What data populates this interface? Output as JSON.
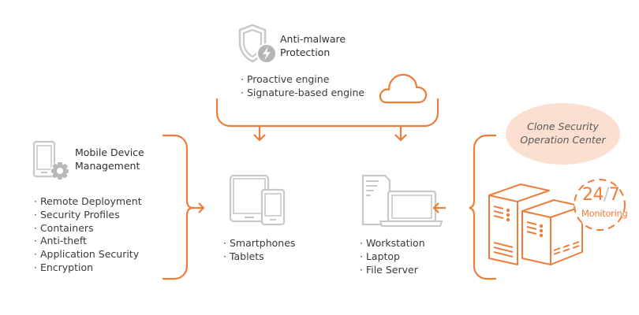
{
  "colors": {
    "accent": "#ef7d3a",
    "icon_gray": "#c4c4c4",
    "bubble": "#fbdfd0"
  },
  "anti_malware": {
    "icon": "shield-lightning-icon",
    "title_line1": "Anti-malware",
    "title_line2": "Protection",
    "items": [
      "Proactive engine",
      "Signature-based engine"
    ],
    "cloud_icon": "cloud-icon"
  },
  "mdm": {
    "icon": "phone-gear-icon",
    "title_line1": "Mobile Device",
    "title_line2": "Management",
    "items": [
      "Remote Deployment",
      "Security Profiles",
      "Containers",
      "Anti-theft",
      "Application Security",
      "Encryption"
    ]
  },
  "mobile": {
    "icon": "tablet-phone-icon",
    "items": [
      "Smartphones",
      "Tablets"
    ]
  },
  "endpoints": {
    "icon": "desktop-laptop-icon",
    "items": [
      "Workstation",
      "Laptop",
      "File Server"
    ]
  },
  "soc": {
    "title_line1": "Clone Security",
    "title_line2": "Operation Center",
    "icon": "servers-icon",
    "monitoring_left": "24",
    "monitoring_slash": "/",
    "monitoring_right": "7",
    "monitoring_label": "Monitoring"
  }
}
